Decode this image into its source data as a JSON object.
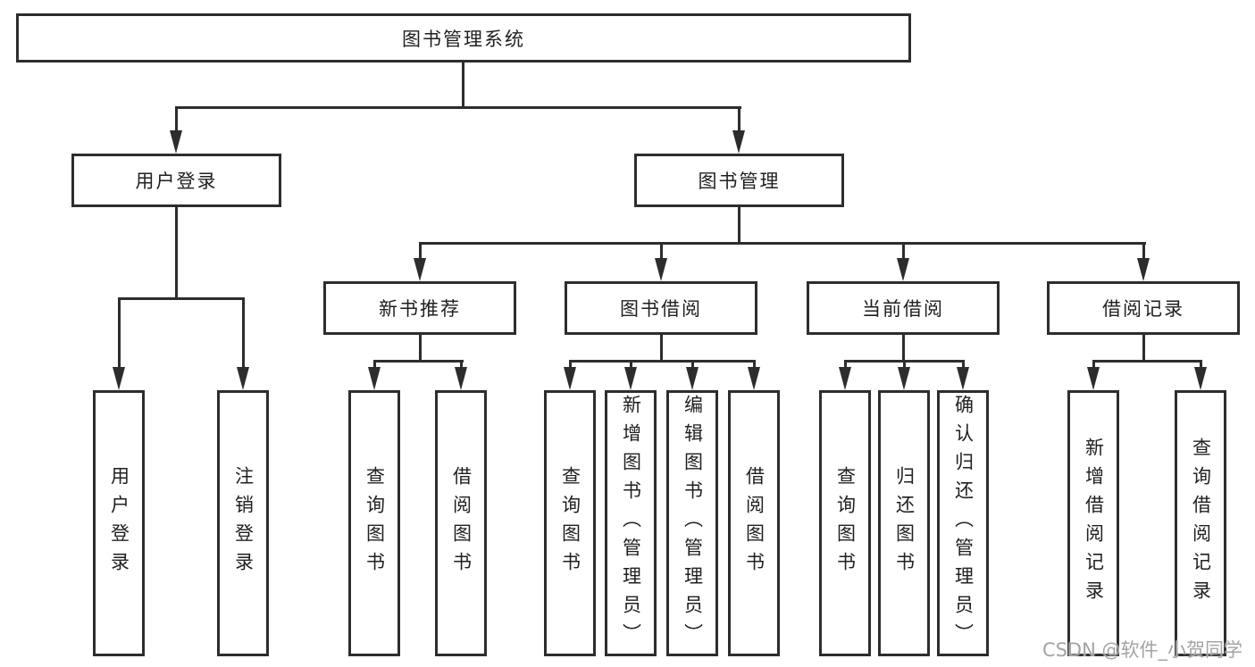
{
  "diagram": {
    "type": "hierarchy-tree",
    "colors": {
      "line": "#2d2d2d",
      "box_background": "#ffffff",
      "text": "#1f1f1f",
      "watermark": "#a3a3a3"
    }
  },
  "tree": {
    "label": "图书管理系统",
    "children": [
      {
        "label": "用户登录",
        "children": [
          {
            "label": "用户登录"
          },
          {
            "label": "注销登录"
          }
        ]
      },
      {
        "label": "图书管理",
        "children": [
          {
            "label": "新书推荐",
            "children": [
              {
                "label": "查询图书"
              },
              {
                "label": "借阅图书"
              }
            ]
          },
          {
            "label": "图书借阅",
            "children": [
              {
                "label": "查询图书"
              },
              {
                "label": "新增图书（管理员）"
              },
              {
                "label": "编辑图书（管理员）"
              },
              {
                "label": "借阅图书"
              }
            ]
          },
          {
            "label": "当前借阅",
            "children": [
              {
                "label": "查询图书"
              },
              {
                "label": "归还图书"
              },
              {
                "label": "确认归还（管理员）"
              }
            ]
          },
          {
            "label": "借阅记录",
            "children": [
              {
                "label": "新增借阅记录"
              },
              {
                "label": "查询借阅记录"
              }
            ]
          }
        ]
      }
    ]
  },
  "watermark": {
    "text": "CSDN @软件_小贺同学"
  }
}
